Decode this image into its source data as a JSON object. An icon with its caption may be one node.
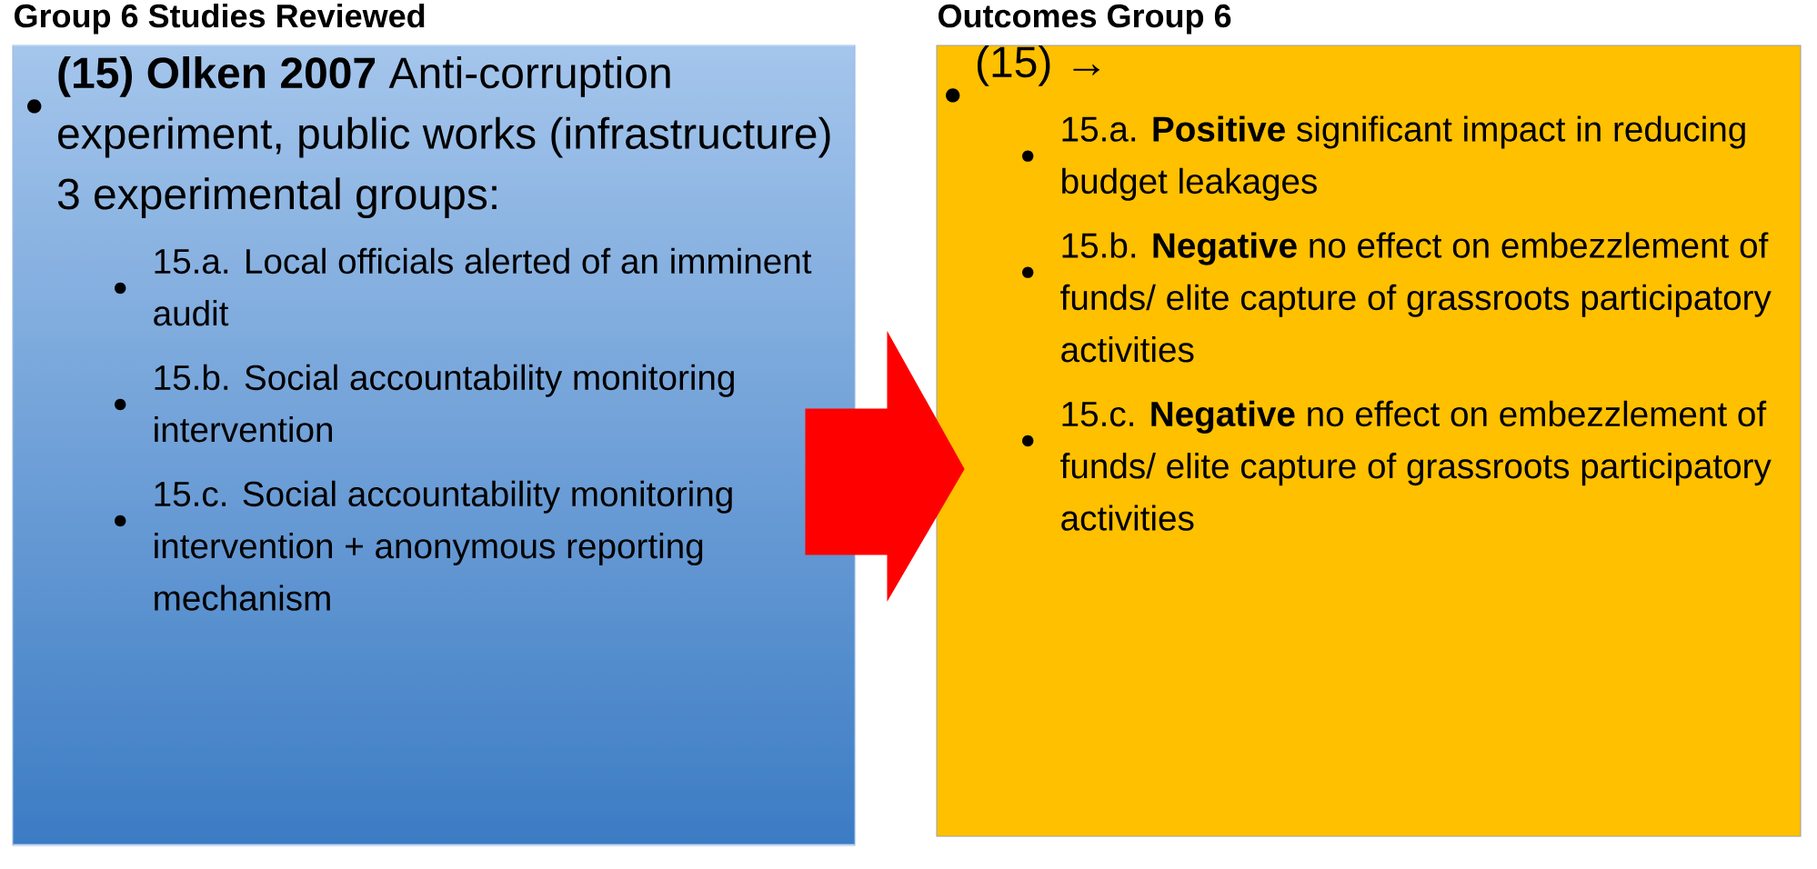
{
  "diagram": {
    "nodes": [
      {
        "text": [
          "Group 6 Studies Reviewed",
          "**(15) Olken 2007** Anti-corruption experiment, public works (infrastructure) 3 experimental groups:",
          "15.a. Local officials alerted of an imminent audit",
          "15.b. Social accountability monitoring intervention",
          "15.c. Social accountability monitoring intervention + anonymous reporting mechanism"
        ]
      },
      {
        "text": [
          "Outcomes Group 6",
          "(15) →",
          "15.a. **Positive** significant impact in reducing budget leakages",
          "15.b. **Negative** no effect on embezzlement of funds/ elite capture of grassroots participatory activities",
          "15.c. **Negative** no effect on embezzlement of funds/ elite capture of grassroots participatory activities"
        ]
      }
    ],
    "edges": [
      {
        "from": 0,
        "to": 1,
        "arrow": "to"
      }
    ]
  }
}
